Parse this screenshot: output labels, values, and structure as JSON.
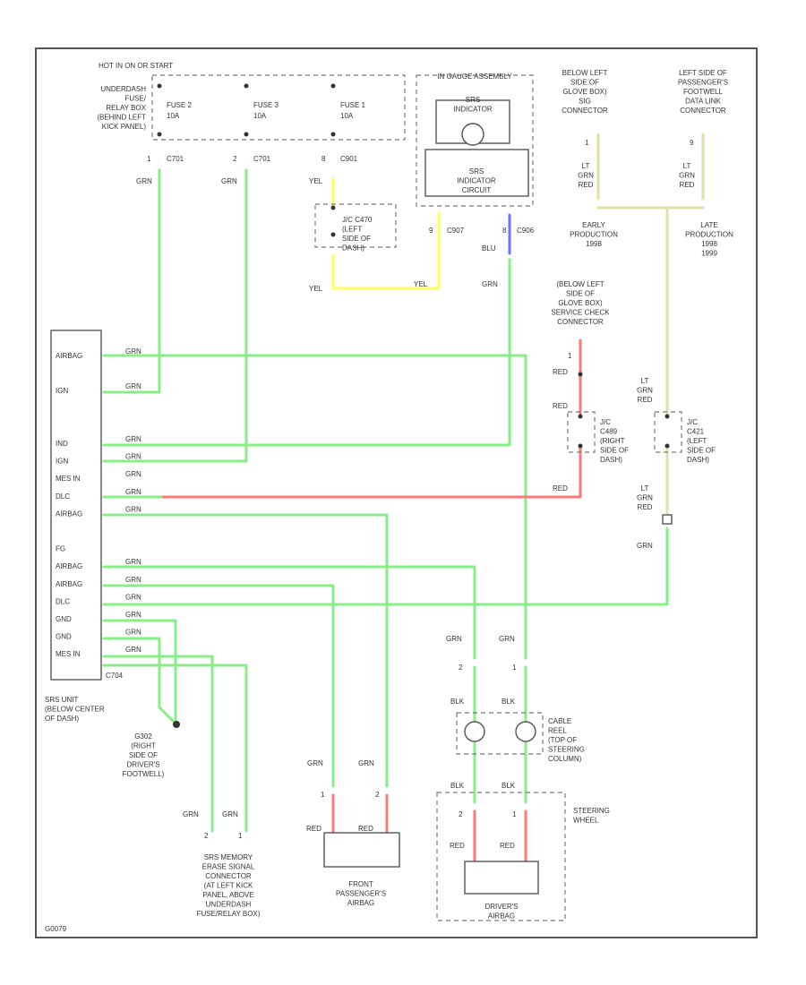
{
  "colors": {
    "grn": "#88ee88",
    "yel": "#ffff66",
    "blu": "#6677ff",
    "red": "#ff7777",
    "ltgrn_red": "#d8e6a8",
    "frame": "#555555"
  },
  "power": {
    "header": "HOT IN ON OR START",
    "location": [
      "UNDERDASH",
      "FUSE/",
      "RELAY BOX",
      "(BEHIND LEFT",
      "KICK PANEL)"
    ],
    "fuses": [
      {
        "name": "FUSE 2",
        "rating": "10A",
        "pin": "1",
        "connector": "C701"
      },
      {
        "name": "FUSE 3",
        "rating": "10A",
        "pin": "2",
        "connector": "C701"
      },
      {
        "name": "FUSE 1",
        "rating": "10A",
        "pin": "8",
        "connector": "C901"
      }
    ]
  },
  "indicator": {
    "title": "IN GAUGE ASSEMBLY",
    "bulb": [
      "SRS",
      "INDICATOR"
    ],
    "circuit": [
      "SRS",
      "INDICATOR",
      "CIRCUIT"
    ],
    "pin_left": "9",
    "conn_left": "C907",
    "pin_right": "8",
    "conn_right": "C906",
    "wire_right": "BLU"
  },
  "junction_c470": [
    "J/C C470",
    "(LEFT",
    "SIDE OF",
    "DASH)"
  ],
  "early_prod": [
    "EARLY",
    "PRODUCTION",
    "1998"
  ],
  "late_prod": [
    "LATE",
    "PRODUCTION",
    "1998",
    "1999"
  ],
  "sig_connector": [
    "BELOW LEFT",
    "SIDE OF",
    "GLOVE BOX)",
    "SIG",
    "CONNECTOR"
  ],
  "data_link": [
    "LEFT SIDE OF",
    "PASSENGER'S",
    "FOOTWELL",
    "DATA LINK",
    "CONNECTOR"
  ],
  "service_check": [
    "(BELOW LEFT",
    "SIDE OF",
    "GLOVE BOX)",
    "SERVICE CHECK",
    "CONNECTOR"
  ],
  "c489": [
    "J/C",
    "C489",
    "(RIGHT",
    "SIDE OF",
    "DASH)"
  ],
  "c421": [
    "J/C",
    "C421",
    "(LEFT",
    "SIDE OF",
    "DASH)"
  ],
  "srs_unit": {
    "pins": [
      "AIRBAG",
      "",
      "IGN",
      "",
      "",
      "IND",
      "IGN",
      "MES IN",
      "DLC",
      "AIRBAG",
      "",
      "FG",
      "AIRBAG",
      "AIRBAG",
      "DLC",
      "GND",
      "GND",
      "MES IN"
    ],
    "connector": "C704",
    "label": [
      "SRS UNIT",
      "(BELOW CENTER",
      "OF DASH)"
    ]
  },
  "ground": [
    "G302",
    "(RIGHT",
    "SIDE OF",
    "DRIVER'S",
    "FOOTWELL)"
  ],
  "memory_erase": [
    "SRS MEMORY",
    "ERASE SIGNAL",
    "CONNECTOR",
    "(AT LEFT KICK",
    "PANEL, ABOVE",
    "UNDERDASH",
    "FUSE/RELAY BOX)"
  ],
  "front_pass": [
    "FRONT",
    "PASSENGER'S",
    "AIRBAG"
  ],
  "drivers": [
    "DRIVER'S",
    "AIRBAG"
  ],
  "cable_reel": [
    "CABLE",
    "REEL",
    "(TOP OF",
    "STEERING",
    "COLUMN)"
  ],
  "steering": [
    "STEERING",
    "WHEEL"
  ],
  "wire_labels": {
    "grn": "GRN",
    "yel": "YEL",
    "blk": "BLK",
    "red": "RED",
    "lt_grn_red": [
      "LT",
      "GRN",
      "RED"
    ]
  },
  "figure_code": "G0079"
}
